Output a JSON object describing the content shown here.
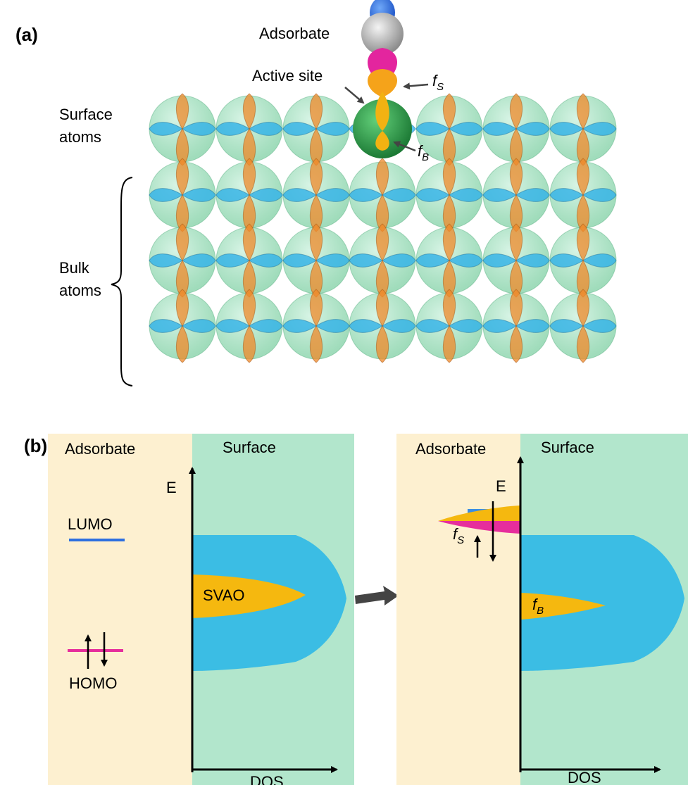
{
  "panel_a": {
    "label": "(a)",
    "adsorbate_label": "Adsorbate",
    "active_site_label": "Active site",
    "fs_label": {
      "base": "f",
      "sub": "S"
    },
    "fb_label": {
      "base": "f",
      "sub": "B"
    },
    "surface_atoms_label": [
      "Surface",
      "atoms"
    ],
    "bulk_atoms_label": [
      "Bulk",
      "atoms"
    ]
  },
  "panel_b": {
    "label": "(b)",
    "left": {
      "adsorbate_title": "Adsorbate",
      "surface_title": "Surface",
      "energy_axis": "E",
      "dos_axis": "DOS",
      "lumo": "LUMO",
      "homo": "HOMO",
      "svao": "SVAO"
    },
    "right": {
      "adsorbate_title": "Adsorbate",
      "surface_title": "Surface",
      "energy_axis": "E",
      "dos_axis": "DOS",
      "fb_label": {
        "base": "f",
        "sub": "B"
      },
      "fs_label": {
        "base": "f",
        "sub": "S"
      }
    }
  },
  "colors": {
    "adsorbate_bg": "#fdf0d0",
    "surface_bg": "#b2e6cc",
    "band": "#3bbde4",
    "svao": "#f5b80f",
    "lumo": "#2d6fe0",
    "homo": "#e62e9c",
    "atom": "#7fd6a6",
    "active_atom": "#2fa24a",
    "orbital_orange": "#f08a2a",
    "orbital_blue": "#2fb1e8"
  }
}
